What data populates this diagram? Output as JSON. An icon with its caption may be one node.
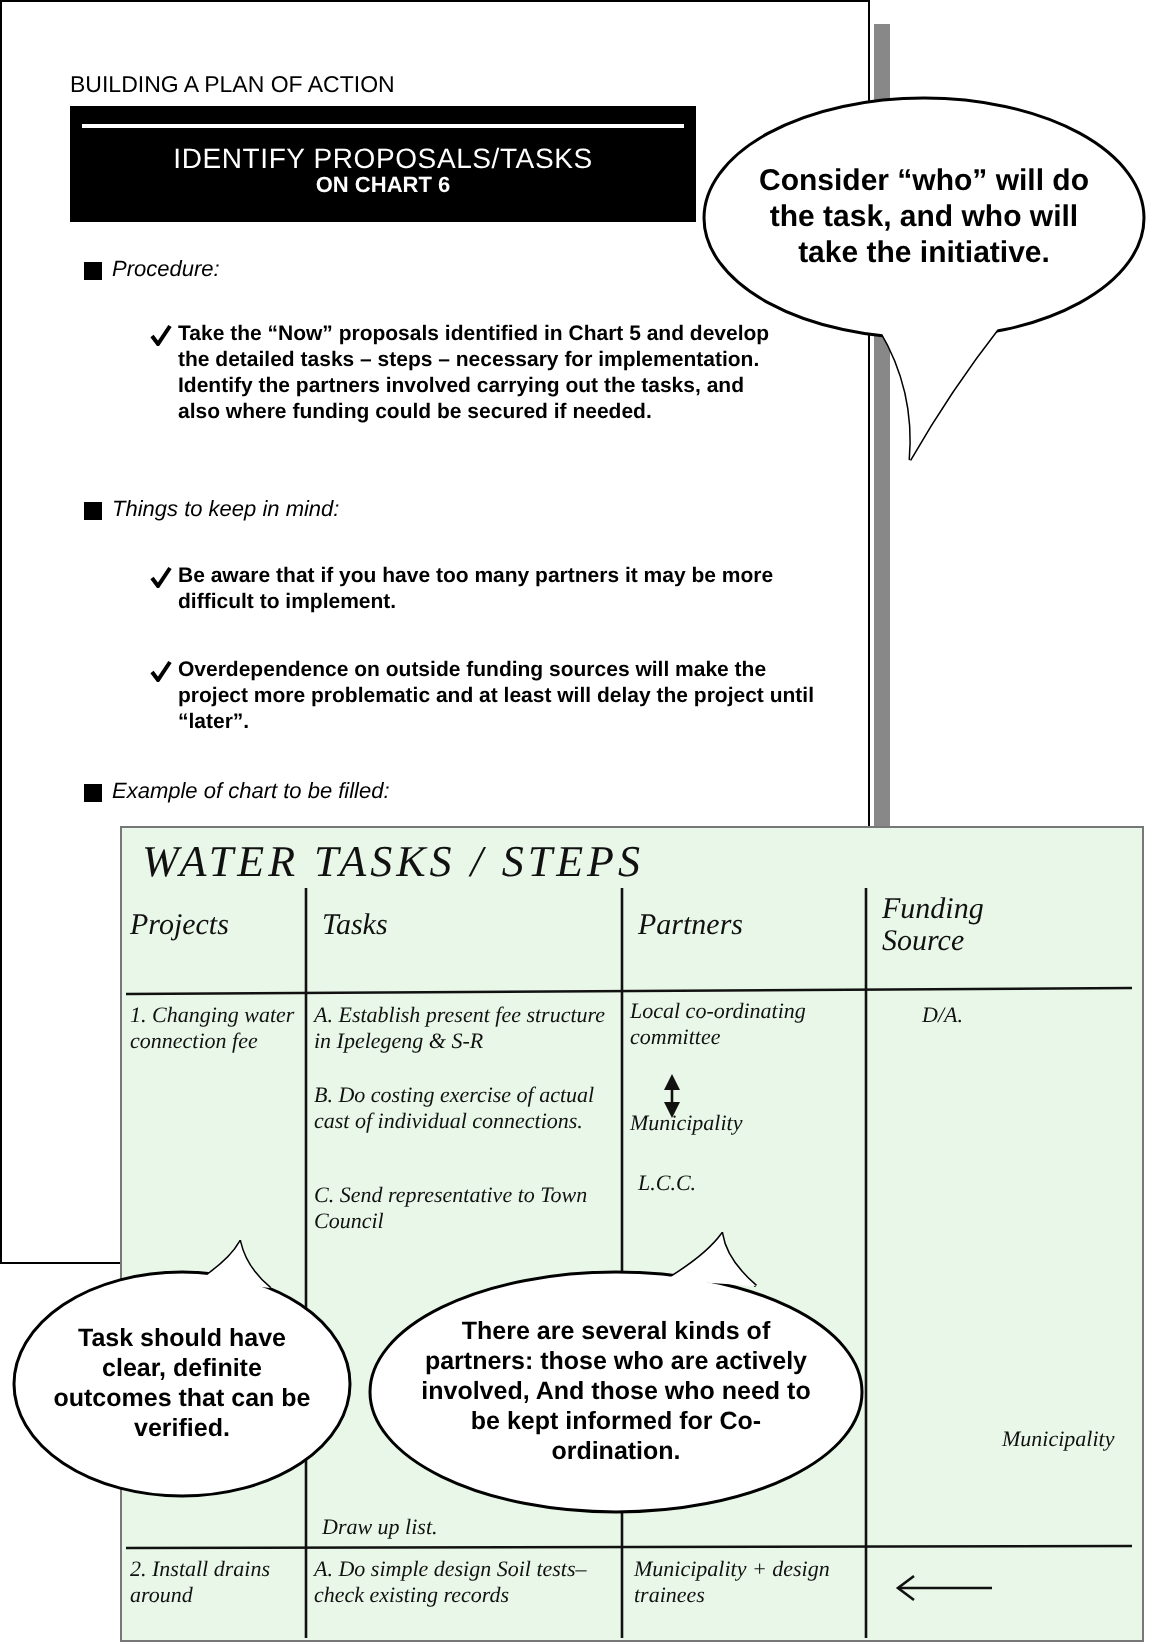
{
  "diagram": {
    "nodes": [
      {
        "text": [
          "IDENTIFY PROPOSALS/TASKS",
          "ON CHART 6"
        ]
      },
      {
        "text": [
          "Consider “who” will do the task, and who will take the initiative."
        ]
      },
      {
        "text": [
          "WATER TASKS / STEPS"
        ]
      },
      {
        "text": [
          "Local co-ordinating committee"
        ],
        "in": 2
      },
      {
        "text": [
          "Municipality"
        ],
        "in": 2
      },
      {
        "text": [
          "Task should have clear, definite outcomes that can be verified."
        ]
      },
      {
        "text": [
          "There are several kinds of partners: those who are actively involved, And those who need to be kept informed for Co-ordination."
        ],
        "in": 2
      }
    ],
    "edges": [
      {
        "from": 3,
        "to": 4,
        "arrow": "both"
      }
    ],
    "labels": [
      "BUILDING A PLAN OF ACTION",
      "Procedure:",
      "Take the “Now” proposals identified in Chart 5 and develop the detailed tasks – steps – necessary for implementation. Identify the partners involved carrying out the tasks, and also where funding could be secured if needed.",
      "Things to keep in mind:",
      "Be aware that if you have too many partners it may be more difficult to implement.",
      "Overdependence on outside funding sources will make the project more problematic and at least will delay the project until “later”.",
      "Example of chart to be filled:",
      "Projects",
      "Tasks",
      "Partners",
      "Funding Source",
      "1. Changing water connection fee",
      "A. Establish present fee structure in Ipelegeng & S-R",
      "B. Do costing exercise of actual cast of individual connections.",
      "C. Send representative to Town Council",
      "L.C.C.",
      "D/A.",
      "Municipality",
      "Draw up list.",
      "2. Install drains around",
      "A. Do simple design Soil tests–check existing records",
      "Municipality + design trainees"
    ]
  }
}
